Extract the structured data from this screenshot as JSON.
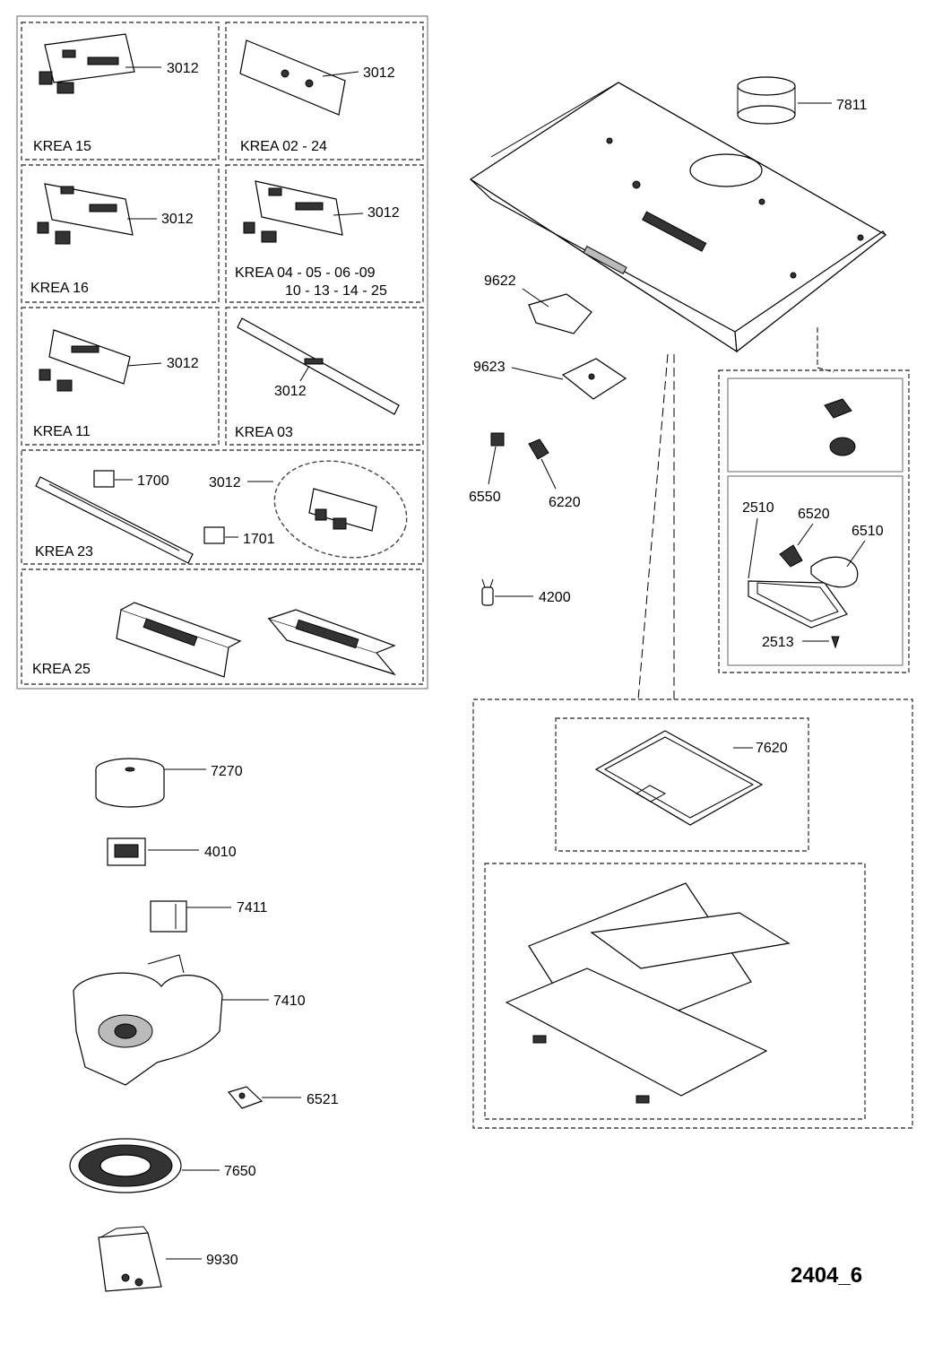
{
  "drawing_id": "2404_6",
  "variants": [
    {
      "key": "krea15",
      "name": "KREA 15",
      "part": "3012"
    },
    {
      "key": "krea0224",
      "name": "KREA 02 - 24",
      "part": "3012"
    },
    {
      "key": "krea16",
      "name": "KREA 16",
      "part": "3012"
    },
    {
      "key": "krea04",
      "name_line1": "KREA 04 - 05 - 06 -09",
      "name_line2": "10 - 13 - 14 - 25",
      "part": "3012"
    },
    {
      "key": "krea11",
      "name": "KREA 11",
      "part": "3012"
    },
    {
      "key": "krea03",
      "name": "KREA 03",
      "part": "3012"
    },
    {
      "key": "krea23",
      "name": "KREA 23",
      "parts": [
        "1700",
        "3012",
        "1701"
      ]
    },
    {
      "key": "krea25",
      "name": "KREA 25"
    }
  ],
  "parts": {
    "p7811": "7811",
    "p9622": "9622",
    "p9623": "9623",
    "p6550": "6550",
    "p6220": "6220",
    "p4200": "4200",
    "p2510": "2510",
    "p6520": "6520",
    "p6510": "6510",
    "p2513": "2513",
    "p7620": "7620",
    "p7270": "7270",
    "p4010": "4010",
    "p7411": "7411",
    "p7410": "7410",
    "p6521": "6521",
    "p7650": "7650",
    "p9930": "9930"
  }
}
